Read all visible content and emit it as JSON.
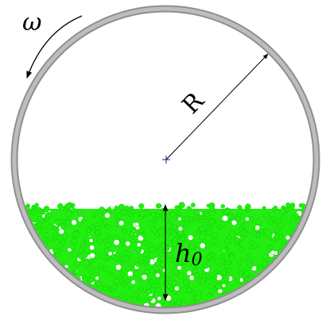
{
  "labels": {
    "omega": "ω",
    "radius": "R",
    "height": "h",
    "height_subscript": "0"
  },
  "colors": {
    "background": "#ffffff",
    "drum_outer": "#8a8a8a",
    "drum_inner": "#b9b9b9",
    "grains": "#22ee11",
    "grain_edge": "#11cc00",
    "arrows": "#000000",
    "center_mark": "#1a1a9a"
  }
}
